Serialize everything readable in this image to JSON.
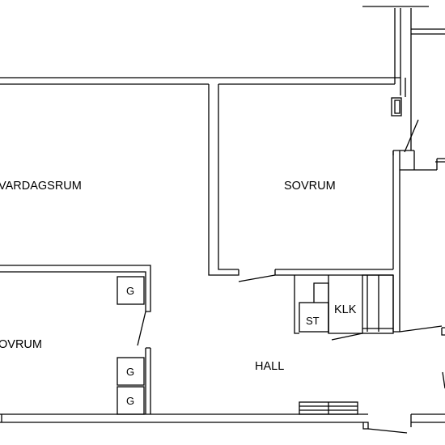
{
  "rooms": {
    "vardagsrum": "VARDAGSRUM",
    "sovrum": "SOVRUM",
    "sovrum_2": "OVRUM",
    "hall": "HALL",
    "klk": "KLK",
    "st": "ST"
  },
  "closets": {
    "g1": "G",
    "g2": "G",
    "g3": "G"
  },
  "colors": {
    "wall": "#000000",
    "background": "#ffffff"
  }
}
